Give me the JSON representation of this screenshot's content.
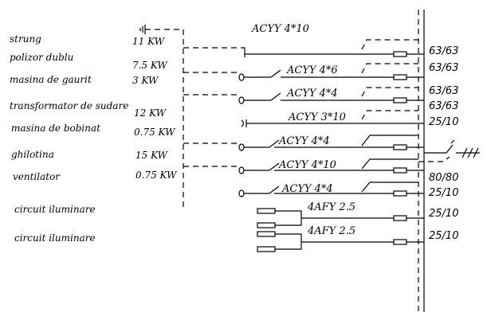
{
  "diagram": {
    "title_cable": "ACYY  4*10",
    "colors": {
      "ink": "#000000",
      "background": "#ffffff"
    },
    "consumers": [
      {
        "name": "strung",
        "power": "11 KW",
        "cable": "ACYY  4*10",
        "rating": "63/63",
        "symbol": "contactor"
      },
      {
        "name": "polizor dublu",
        "power": "7.5 KW",
        "cable": "ACYY 4*6",
        "rating": "63/63",
        "symbol": "switch"
      },
      {
        "name": "masina de gaurit",
        "power": "3 KW",
        "cable": "ACYY 4*4",
        "rating": "63/63",
        "symbol": "switch"
      },
      {
        "name": "transformator de sudare",
        "power": "12 KW",
        "cable": "ACYY 3*10",
        "rating": "63/63",
        "symbol": "socket"
      },
      {
        "name": "masina de bobinat",
        "power": "0.75 KW",
        "cable": "ACYY 4*4",
        "rating": "25/10",
        "symbol": "switch"
      },
      {
        "name": "ghilotina",
        "power": "15 KW",
        "cable": "ACYY 4*10",
        "rating": "",
        "symbol": "switch"
      },
      {
        "name": "ventilator",
        "power": "0.75 KW",
        "cable": "ACYY 4*4",
        "rating": "80/80",
        "symbol": "switch"
      }
    ],
    "extra_rating": "25/10",
    "lighting": [
      {
        "name": "circuit iluminare",
        "cable": "4AFY 2.5",
        "rating": "25/10"
      },
      {
        "name": "circuit iluminare",
        "cable": "4AFY 2.5",
        "rating": "25/10"
      }
    ],
    "icons": [
      "ground-icon",
      "switch-icon",
      "fuse-icon",
      "socket-icon",
      "lamp-icon",
      "main-breaker-icon",
      "three-phase-icon"
    ]
  }
}
